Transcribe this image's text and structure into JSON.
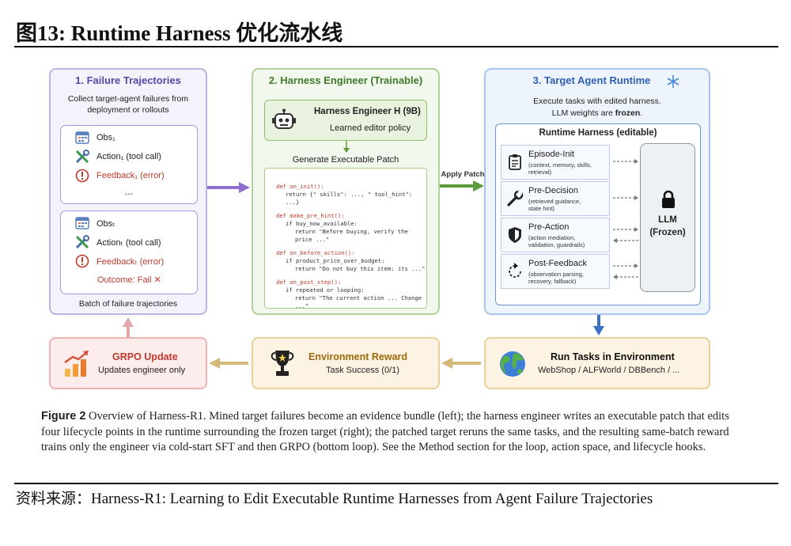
{
  "figure": {
    "title": "图13:  Runtime Harness 优化流水线"
  },
  "panel1": {
    "title": "1. Failure Trajectories",
    "desc": "Collect target-agent failures from deployment or rollouts",
    "box1": {
      "obs": "Obs₁",
      "action": "Action₁ (tool call)",
      "feedback": "Feedback₁ (error)",
      "ellipsis": "..."
    },
    "box2": {
      "obs": "Obsₜ",
      "action": "Actionₜ (tool call)",
      "feedback": "Feedbackₜ (error)",
      "outcome": "Outcome: Fail ✕"
    },
    "footer": "Batch of failure trajectories"
  },
  "panel2": {
    "title": "2. Harness Engineer (Trainable)",
    "box_title": "Harness Engineer H (9B)",
    "box_sub": "Learned editor policy",
    "generate_label": "Generate Executable Patch",
    "code": {
      "l1": "def on_init():",
      "l2": "return {\" skills\": ..., \" tool_hint\": ...}",
      "l3": "def make_pre_hint():",
      "l4": "if buy_now_available:",
      "l5": "return \"Before buying, verify the price ...\"",
      "l6": "def on_before_action():",
      "l7": "if product_price_over_budget:",
      "l8": "return \"Do not buy this item: its ...\"",
      "l9": "def on_post_step():",
      "l10": "if repeated or looping:",
      "l11": "return \"The current action ... Change ...\""
    }
  },
  "apply_patch": "Apply Patch",
  "panel3": {
    "title": "3. Target Agent Runtime",
    "desc1": "Execute tasks with edited harness.",
    "desc2a": "LLM weights are ",
    "desc2b": "frozen",
    "desc2c": ".",
    "harness_title": "Runtime Harness (editable)",
    "hooks": [
      {
        "label": "Episode-Init",
        "sub1": "(context, memory, skills,",
        "sub2": "retrieval)"
      },
      {
        "label": "Pre-Decision",
        "sub1": "(retrieved guidance,",
        "sub2": "state hint)"
      },
      {
        "label": "Pre-Action",
        "sub1": "(action mediation,",
        "sub2": "validation, guardrails)"
      },
      {
        "label": "Post-Feedback",
        "sub1": "(observation parsing,",
        "sub2": "recovery, fallback)"
      }
    ],
    "llm_line1": "LLM",
    "llm_line2": "(Frozen)"
  },
  "bottom": {
    "grpo_title": "GRPO Update",
    "grpo_sub": "Updates engineer only",
    "reward_title": "Environment Reward",
    "reward_sub": "Task Success (0/1)",
    "run_title": "Run Tasks in Environment",
    "run_sub": "WebShop / ALFWorld / DBBench / ..."
  },
  "caption": {
    "label": "Figure 2",
    "text": "  Overview of Harness-R1. Mined target failures become an evidence bundle (left); the harness engineer writes an executable patch that edits four lifecycle points in the runtime surrounding the frozen target (right); the patched target reruns the same tasks, and the resulting same-batch reward trains only the engineer via cold-start SFT and then GRPO (bottom loop). See the Method section for the loop, action space, and lifecycle hooks."
  },
  "source": "资料来源：Harness-R1: Learning to Edit Executable  Runtime Harnesses from Agent Failure Trajectories",
  "colors": {
    "purple": "#8f6fd0",
    "green": "#5c9a3c",
    "blue": "#3d6fc4",
    "pink": "#e4a6a6",
    "tan": "#d6b97a",
    "red": "#c0392b"
  }
}
